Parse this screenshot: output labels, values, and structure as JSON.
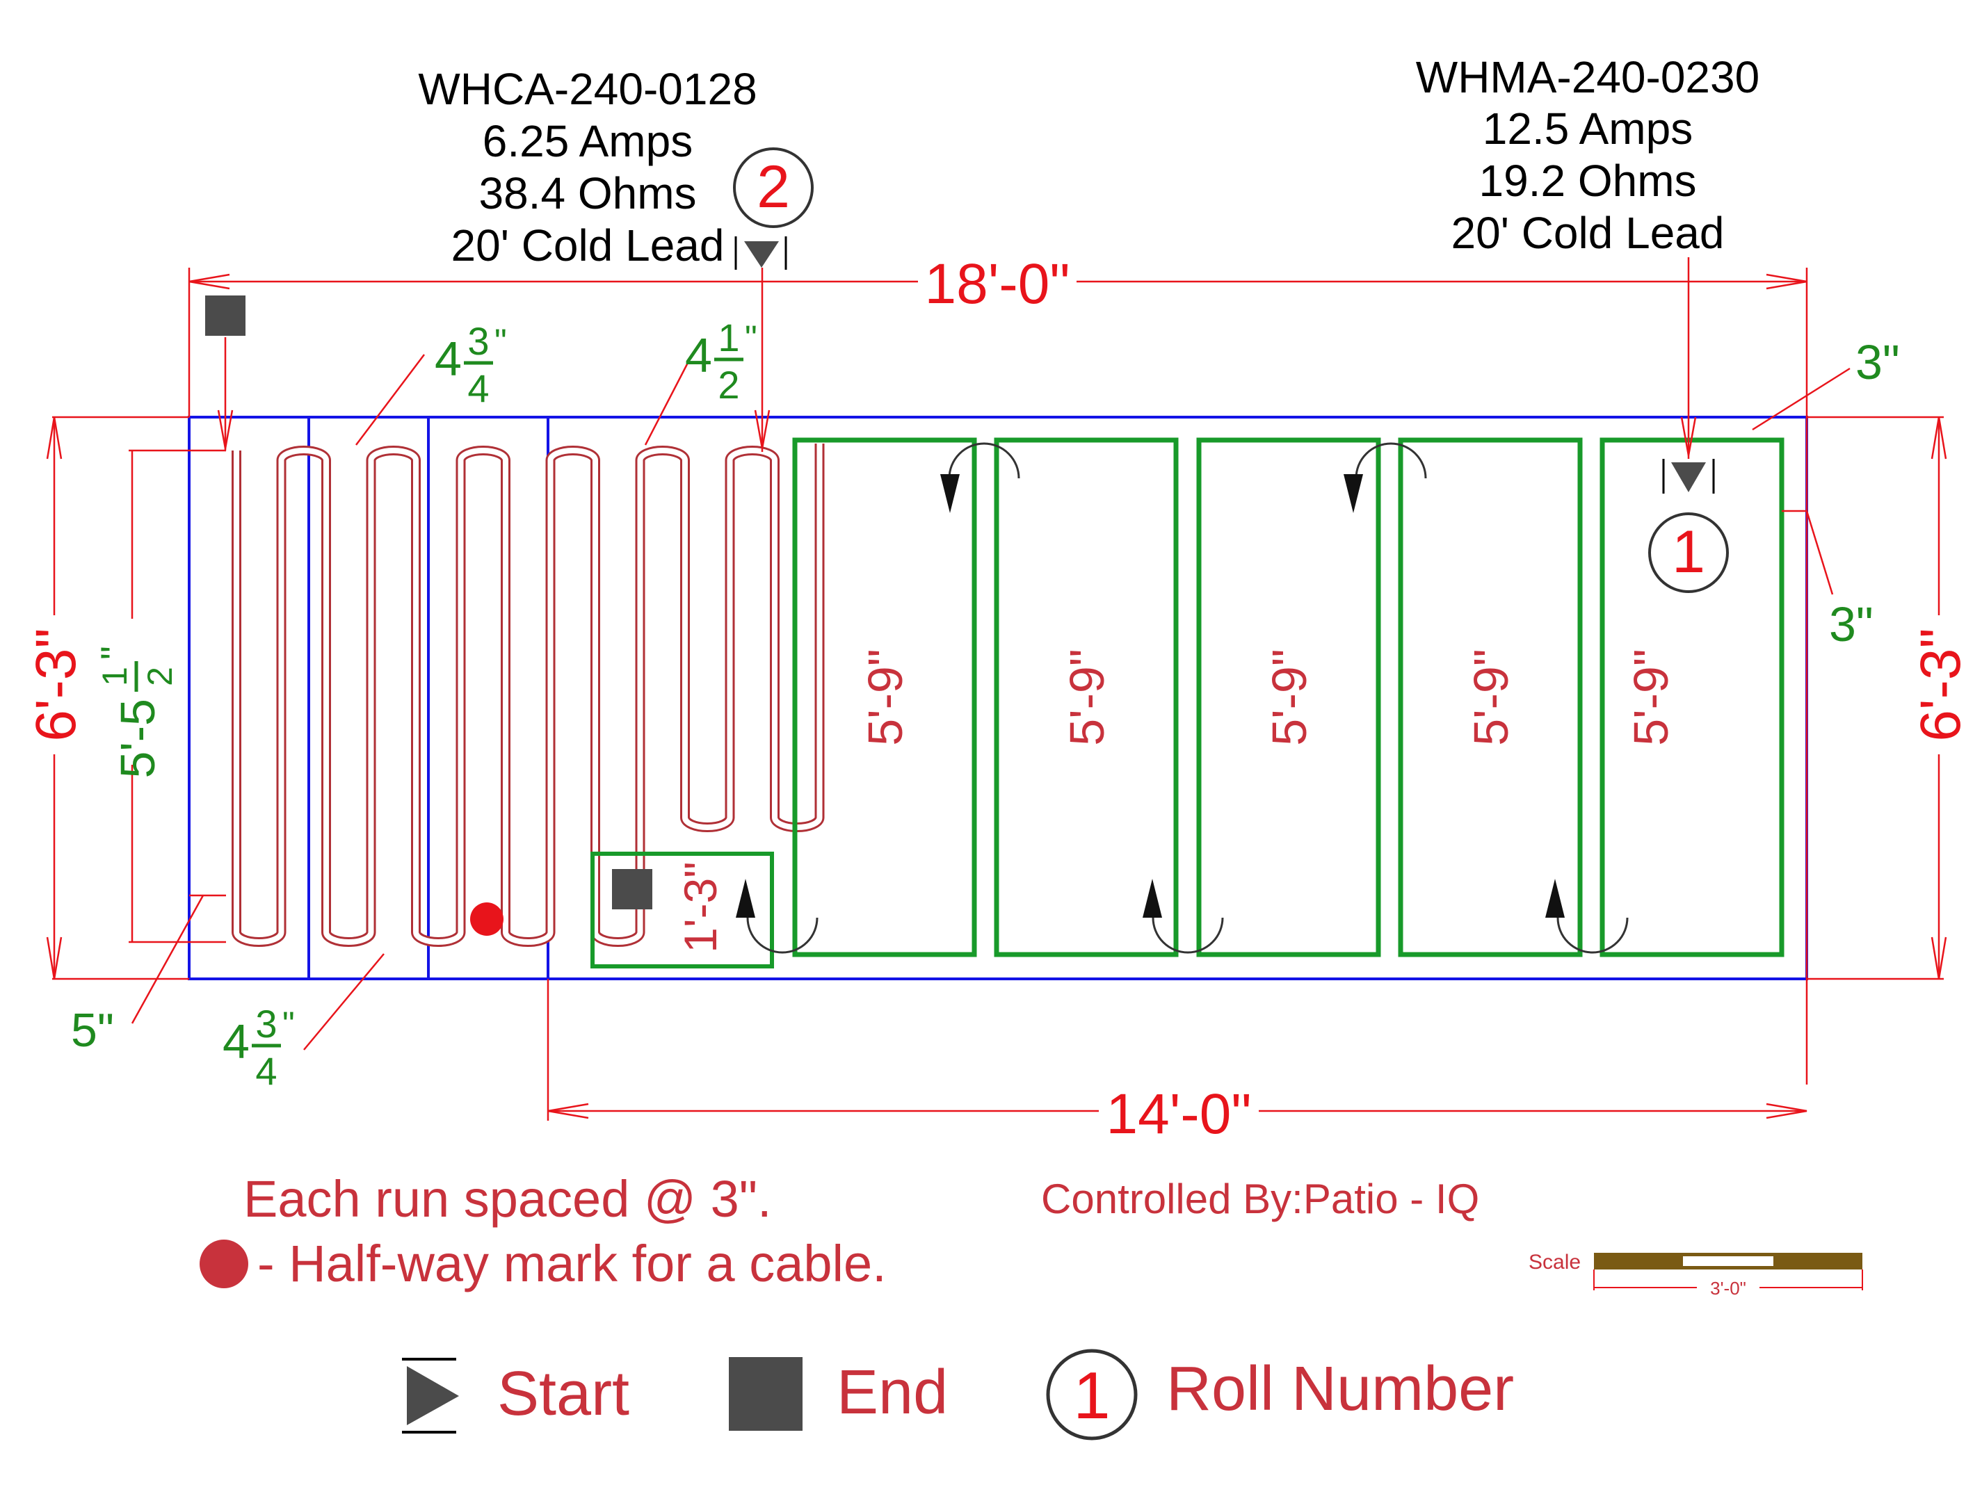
{
  "colors": {
    "dimension_red": "#e8141b",
    "text_red": "#c8323c",
    "cable_red": "#b03036",
    "mat_green": "#189a2a",
    "zone_blue": "#1414e6",
    "marker_gray": "#4b4b4b",
    "label_black": "#000000",
    "scale_brown": "#7a5a14"
  },
  "cable_spec": {
    "model": "WHCA-240-0128",
    "amps": "6.25 Amps",
    "ohms": "38.4 Ohms",
    "lead": "20' Cold Lead",
    "roll": "2"
  },
  "mat_spec": {
    "model": "WHMA-240-0230",
    "amps": "12.5  Amps",
    "ohms": "19.2 Ohms",
    "lead": "20' Cold Lead",
    "roll": "1"
  },
  "dimensions": {
    "overall_width": "18'-0\"",
    "mat_area_width": "14'-0\"",
    "height_left": "6'-3\"",
    "height_right": "6'-3\"",
    "cable_run_length": {
      "whole": "5'-5",
      "num": "1",
      "den": "2",
      "inch": "\""
    },
    "offset_top_right": "3\"",
    "offset_side_right": "3\"",
    "offset_left": "5\"",
    "spacing_top_left": {
      "whole": "4",
      "num": "3",
      "den": "4",
      "inch": "\""
    },
    "spacing_top_right": {
      "whole": "4",
      "num": "1",
      "den": "2",
      "inch": "\""
    },
    "spacing_bottom": {
      "whole": "4",
      "num": "3",
      "den": "4",
      "inch": "\""
    },
    "mat_lengths": [
      "5'-9\"",
      "5'-9\"",
      "5'-9\"",
      "5'-9\"",
      "5'-9\""
    ],
    "small_box": "1'-3\""
  },
  "notes": {
    "spacing": "Each run spaced @ 3\".",
    "halfway": "- Half-way mark for a cable.",
    "controller": "Controlled By:Patio - IQ"
  },
  "scale": {
    "label": "Scale",
    "length": "3'-0\""
  },
  "legend": {
    "start": "Start",
    "end": "End",
    "roll_symbol": "1",
    "roll": "Roll Number"
  }
}
